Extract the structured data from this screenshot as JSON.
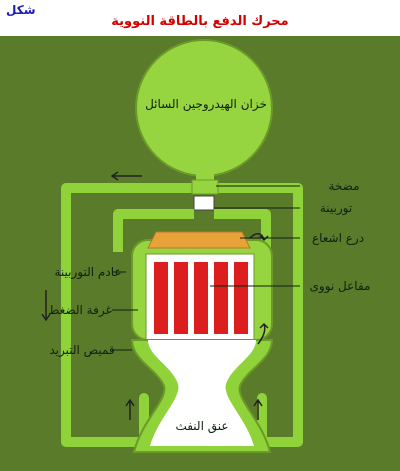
{
  "figure_label": "شكل",
  "title": "محرك الدفع بالطاقة النووية",
  "labels": {
    "tank": "خزان الهيدروجين السائل",
    "pump": "مضخة",
    "turbine": "توربينة",
    "shield": "درع اشعاع",
    "turbine_exhaust": "عادم التوربينة",
    "reactor": "مفاعل نووى",
    "pressure_chamber": "غرفة الضغط",
    "cooling_jacket": "قميص التبريد",
    "nozzle": "عنق النفث"
  },
  "colors": {
    "background": "#5a7c2a",
    "pipe": "#8fd23a",
    "tank": "#96d540",
    "shield": "#e9a23a",
    "core": "#dc1e1e",
    "nozzle": "#ffffff",
    "title": "#d40000",
    "figure_label": "#1a1ab4"
  }
}
